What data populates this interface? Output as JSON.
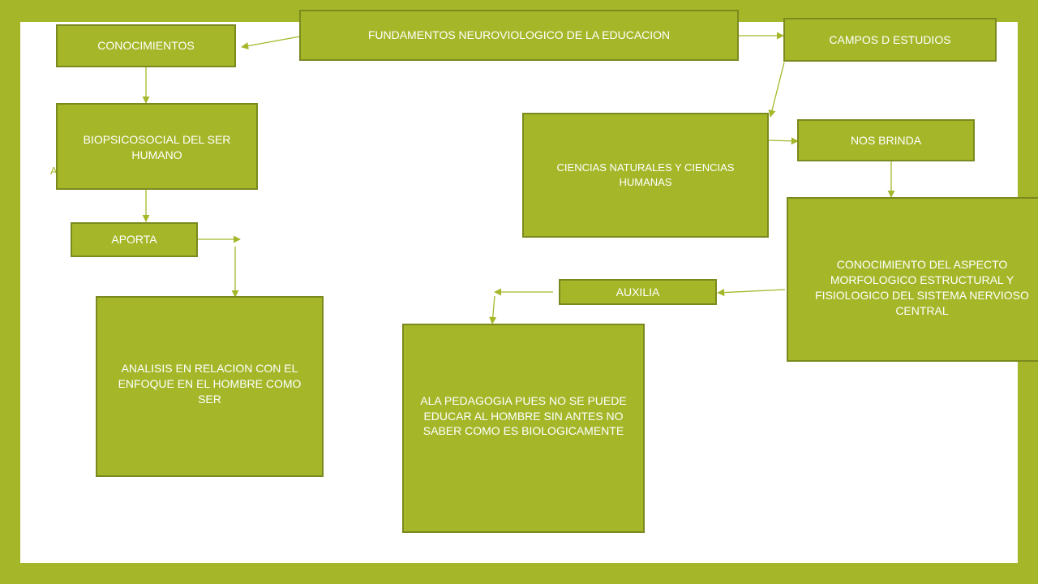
{
  "diagram": {
    "colors": {
      "frame": "#A5B729",
      "box_fill": "#A5B729",
      "box_border": "#7A8A1E",
      "text": "#FFFFFF",
      "line": "#A5B729"
    },
    "nodes": {
      "root": "FUNDAMENTOS NEUROVIOLOGICO DE LA EDUCACION",
      "conocimientos": "CONOCIMIENTOS",
      "campos": "CAMPOS D ESTUDIOS",
      "biopsicosocial": "BIOPSICOSOCIAL DEL SER HUMANO",
      "aporta": "APORTA",
      "analisis": "ANALISIS EN RELACION CON EL ENFOQUE EN EL HOMBRE COMO SER",
      "ciencias": "CIENCIAS NATURALES Y CIENCIAS HUMANAS",
      "nos_brinda": "NOS BRINDA",
      "conocimiento_aspecto": "CONOCIMIENTO DEL ASPECTO MORFOLOGICO ESTRUCTURAL Y FISIOLOGICO DEL SISTEMA NERVIOSO CENTRAL",
      "auxilia": "AUXILIA",
      "pedagogia": "ALA PEDAGOGIA PUES NO SE PUEDE EDUCAR AL HOMBRE SIN ANTES NO SABER COMO ES BIOLOGICAMENTE"
    },
    "stray_mark": "A"
  }
}
